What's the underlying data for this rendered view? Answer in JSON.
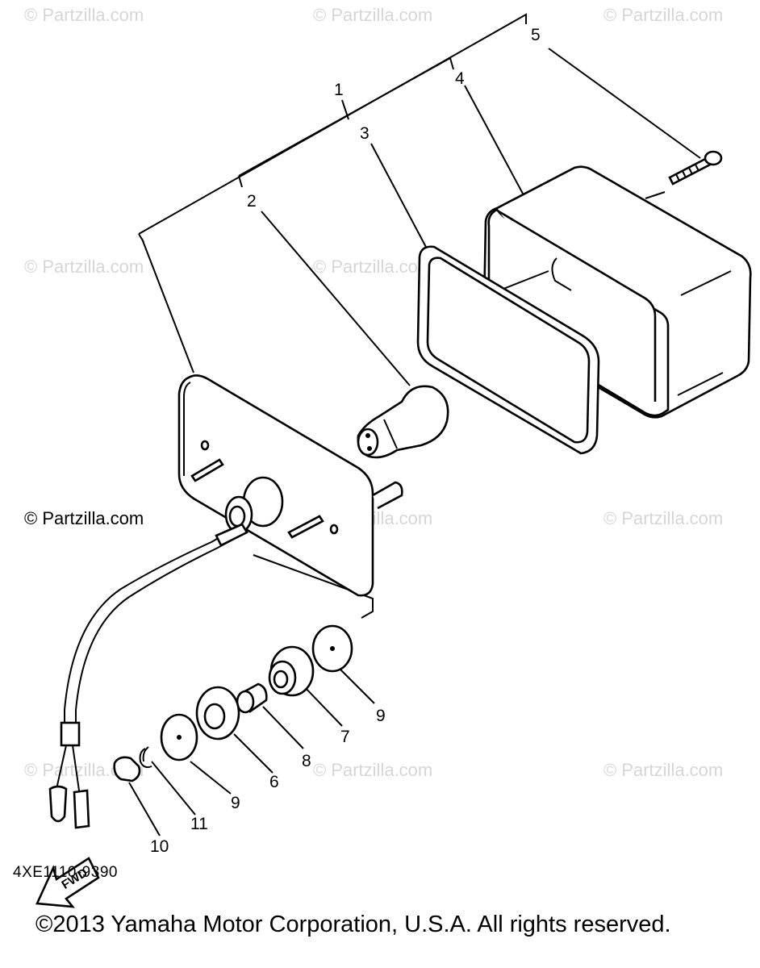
{
  "watermarks": {
    "text": "© Partzilla.com",
    "strong_text": "© Partzilla.com"
  },
  "callouts": {
    "c1": "1",
    "c2": "2",
    "c3": "3",
    "c4": "4",
    "c5": "5",
    "c6": "6",
    "c7": "7",
    "c8": "8",
    "c9a": "9",
    "c9b": "9",
    "c10": "10",
    "c11": "11"
  },
  "fwd_label": "FWD",
  "diagram_code": "4XE1110-9390",
  "copyright": "©2013  Yamaha Motor Corporation, U.S.A. All rights reserved."
}
